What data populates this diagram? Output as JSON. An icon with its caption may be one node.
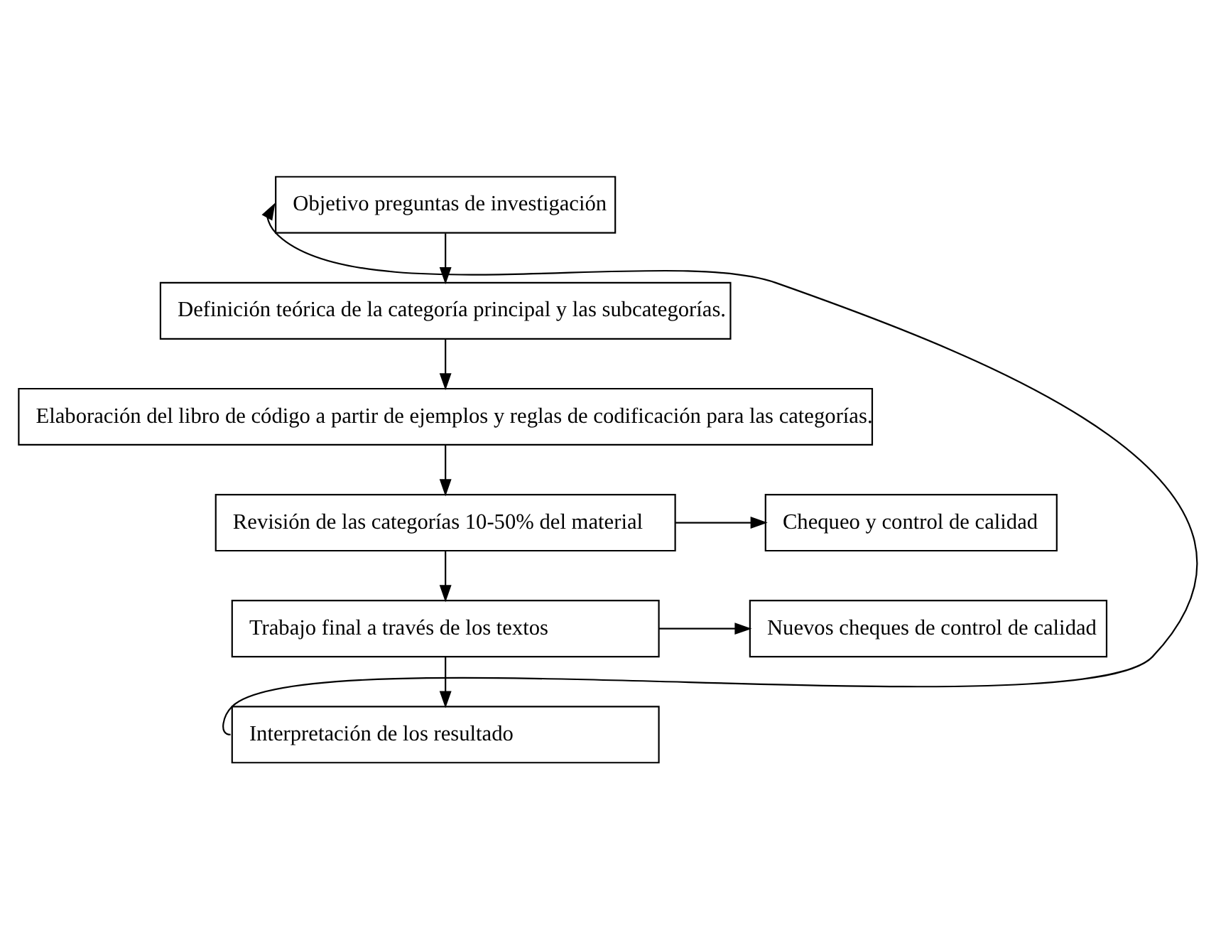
{
  "diagram": {
    "nodes": [
      {
        "text": [
          "Objetivo preguntas de investigación"
        ]
      },
      {
        "text": [
          "Definición teórica de la categoría principal y las subcategorías."
        ]
      },
      {
        "text": [
          "Elaboración del libro de código a partir de ejemplos y reglas de codificación para las categorías."
        ]
      },
      {
        "text": [
          "Revisión de las categorías 10-50% del material"
        ]
      },
      {
        "text": [
          "Chequeo y control de calidad"
        ]
      },
      {
        "text": [
          "Trabajo final a través de los textos"
        ]
      },
      {
        "text": [
          "Nuevos cheques de control de calidad"
        ]
      },
      {
        "text": [
          "Interpretación de los resultado"
        ]
      }
    ],
    "edges": [
      {
        "from": 0,
        "to": 1,
        "arrow": "to"
      },
      {
        "from": 1,
        "to": 2,
        "arrow": "to"
      },
      {
        "from": 2,
        "to": 3,
        "arrow": "to"
      },
      {
        "from": 3,
        "to": 4,
        "arrow": "to"
      },
      {
        "from": 3,
        "to": 5,
        "arrow": "to"
      },
      {
        "from": 5,
        "to": 6,
        "arrow": "to"
      },
      {
        "from": 5,
        "to": 7,
        "arrow": "to"
      },
      {
        "from": 7,
        "to": 0,
        "arrow": "to"
      }
    ]
  }
}
